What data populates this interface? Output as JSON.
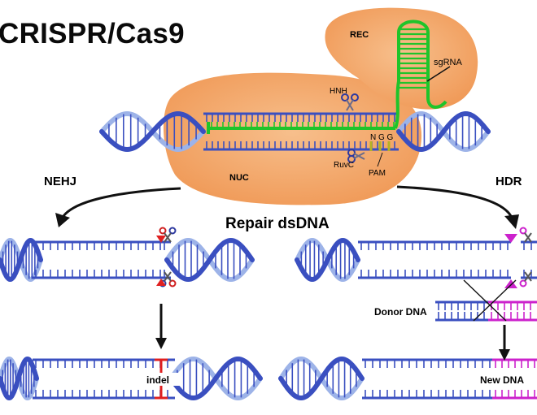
{
  "title": "CRISPR/Cas9",
  "labels": {
    "rec": "REC",
    "nuc": "NUC",
    "sgrna": "sgRNA",
    "hnh": "HNH",
    "ruvc": "RuvC",
    "pam": "PAM",
    "ngg": "N G G",
    "nehj": "NEHJ",
    "hdr": "HDR",
    "repair": "Repair dsDNA",
    "indel": "indel",
    "donor": "Donor DNA",
    "new_dna": "New DNA"
  },
  "colors": {
    "dna_blue": "#3a4fc0",
    "dna_light": "#9db3e8",
    "protein_orange": "#f4ad73",
    "sgrna_green": "#1fc42a",
    "cut_red": "#e02020",
    "hdr_magenta": "#cc22cc",
    "pam_olive": "#b5b321"
  }
}
